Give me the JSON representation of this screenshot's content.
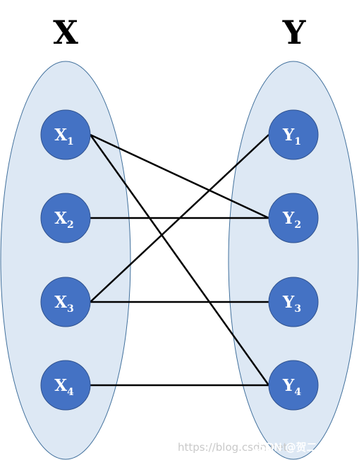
{
  "sets": {
    "left_title": "X",
    "right_title": "Y"
  },
  "nodes": {
    "left": [
      {
        "letter": "X",
        "index": "1"
      },
      {
        "letter": "X",
        "index": "2"
      },
      {
        "letter": "X",
        "index": "3"
      },
      {
        "letter": "X",
        "index": "4"
      }
    ],
    "right": [
      {
        "letter": "Y",
        "index": "1"
      },
      {
        "letter": "Y",
        "index": "2"
      },
      {
        "letter": "Y",
        "index": "3"
      },
      {
        "letter": "Y",
        "index": "4"
      }
    ]
  },
  "edges": [
    {
      "from": "X1",
      "to": "Y2"
    },
    {
      "from": "X1",
      "to": "Y4"
    },
    {
      "from": "X2",
      "to": "Y2"
    },
    {
      "from": "X3",
      "to": "Y1"
    },
    {
      "from": "X3",
      "to": "Y3"
    },
    {
      "from": "X4",
      "to": "Y4"
    }
  ],
  "watermark": {
    "url_text": "https://blog.csdn.net/",
    "brand_text": "CSDN @贺二公子"
  },
  "colors": {
    "ellipse_fill": "#dde8f4",
    "ellipse_stroke": "#41709c",
    "node_fill": "#4472c4",
    "node_stroke": "#2f528f",
    "edge": "#000000"
  }
}
